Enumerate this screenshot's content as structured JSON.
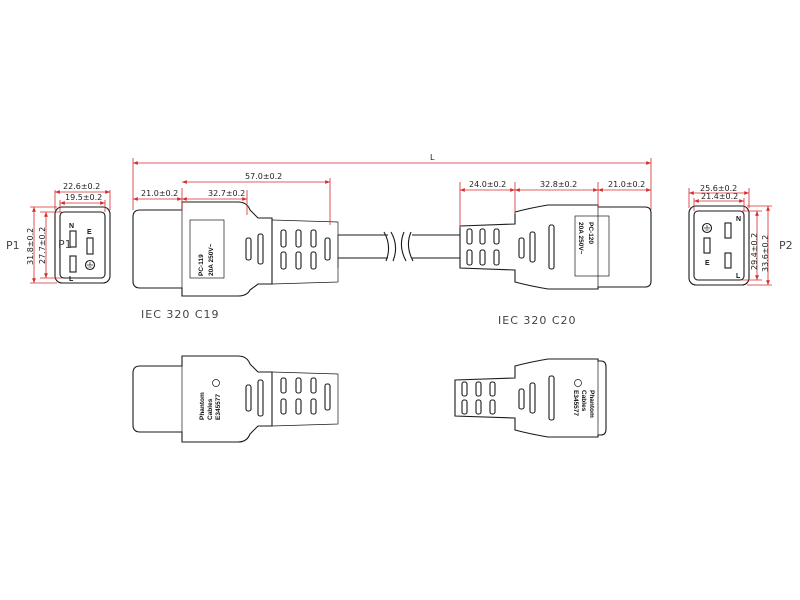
{
  "colors": {
    "dimension_line": "#d62b2b",
    "outline": "#1a1a1a",
    "background": "#ffffff"
  },
  "dimensions": {
    "overall_length": "L",
    "c19_front_width": "21.0±0.2",
    "c19_body_length": "57.0±0.2",
    "c19_boot_length": "32.7±0.2",
    "c20_boot_length": "24.0±0.2",
    "c20_body_length": "32.8±0.2",
    "c20_front_width": "21.0±0.2",
    "p1_outer_width": "22.6±0.2",
    "p1_inner_width": "19.5±0.2",
    "p1_outer_height": "31.8±0.2",
    "p1_inner_height": "27.7±0.2",
    "p2_outer_width": "25.6±0.2",
    "p2_inner_width": "21.4±0.2",
    "p2_inner_height": "29.4±0.2",
    "p2_outer_height": "33.6±0.2"
  },
  "labels": {
    "p1_left": "P1",
    "p1_face": "P1",
    "p2_right": "P2",
    "c19_label": "IEC  320  C19",
    "c20_label": "IEC  320  C20"
  },
  "pins": {
    "p1": {
      "n": "N",
      "e": "E",
      "l": "L"
    },
    "p2": {
      "n": "N",
      "e": "E",
      "l": "L"
    }
  },
  "markings": {
    "c19_top_line1": "PC-119",
    "c19_top_line2": "20A  250V~",
    "c20_top_line1": "PC-120",
    "c20_top_line2": "20A  250V~",
    "c19_bottom_line1": "Phantom",
    "c19_bottom_line2": "Cables",
    "c19_bottom_line3": "E345577",
    "c20_bottom_line1": "Phantom",
    "c20_bottom_line2": "Cables",
    "c20_bottom_line3": "E345577"
  },
  "icons": [
    "ground-symbol-icon",
    "ul-listing-icon",
    "arrow-icon"
  ]
}
